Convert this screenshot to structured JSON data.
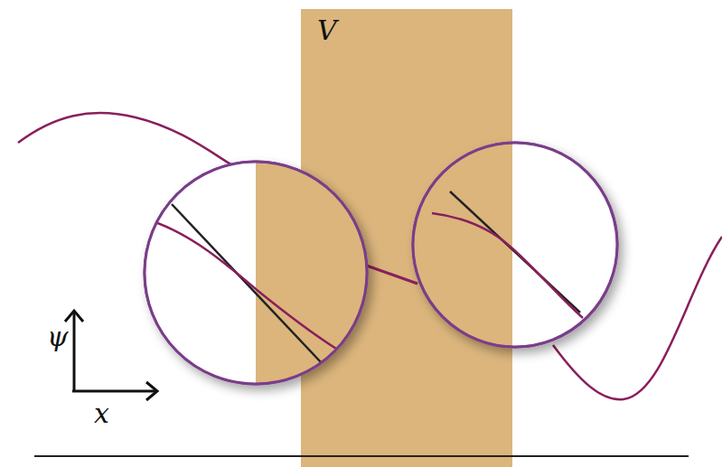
{
  "diagram": {
    "nodes": [
      {
        "text": [
          "V"
        ]
      }
    ],
    "labels": [
      "ψ",
      "x"
    ]
  }
}
